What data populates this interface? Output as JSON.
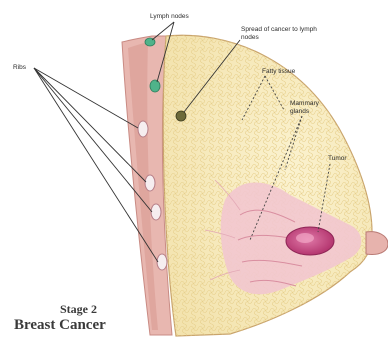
{
  "diagram": {
    "labels": {
      "ribs": "Ribs",
      "lymph_nodes": "Lymph nodes",
      "spread_of_cancer": "Spread of cancer to lymph nodes",
      "fatty_tissue": "Fatty tissue",
      "mammary_glands": "Mammary glands",
      "tumor": "Tumor"
    },
    "title": {
      "stage": "Stage 2",
      "name": "Breast Cancer"
    }
  }
}
